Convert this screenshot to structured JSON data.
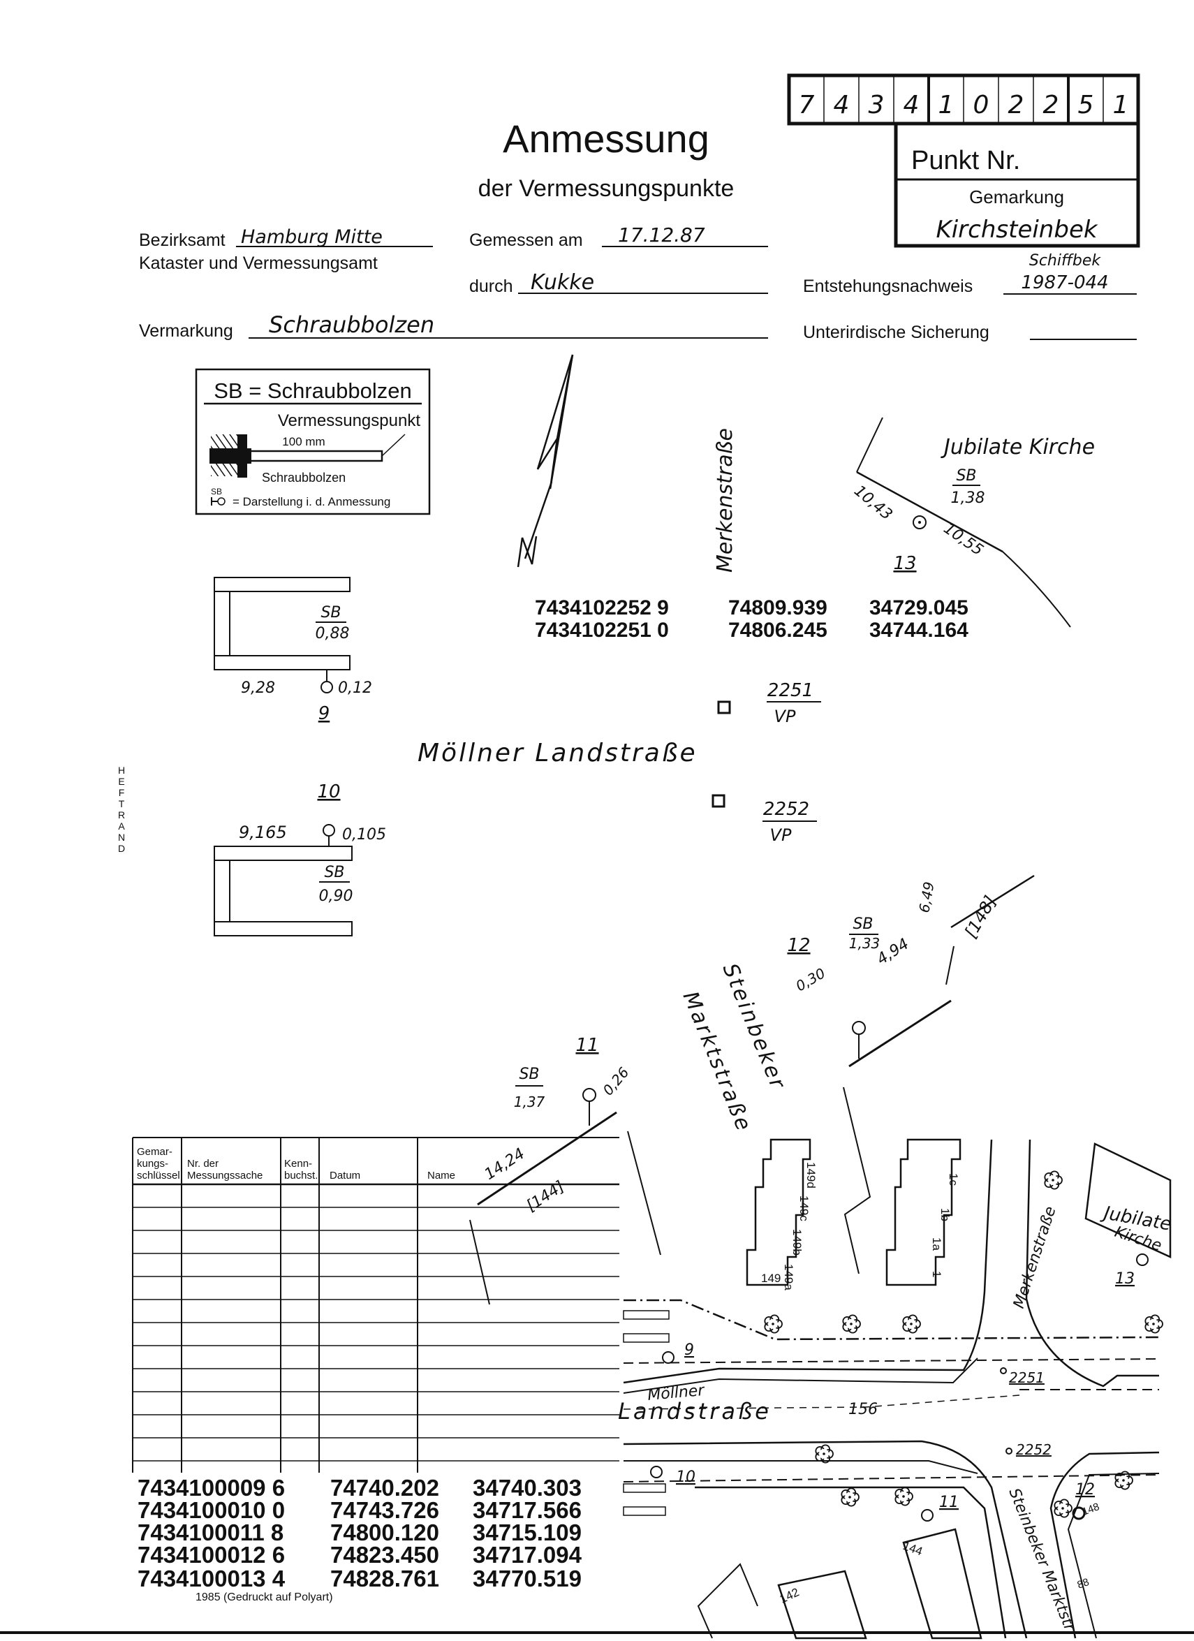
{
  "header": {
    "punkt_digits": [
      "7",
      "4",
      "3",
      "4",
      "1",
      "0",
      "2",
      "2",
      "5",
      "1"
    ],
    "title": "Anmessung",
    "subtitle": "der Vermessungspunkte",
    "punkt_label": "Punkt Nr.",
    "gemarkung_label": "Gemarkung",
    "gemarkung_value": "Kirchsteinbek"
  },
  "form": {
    "bezirksamt_label": "Bezirksamt",
    "bezirksamt_value": "Hamburg Mitte",
    "kataster_label": "Kataster und Vermessungsamt",
    "gemessen_label": "Gemessen am",
    "gemessen_value": "17.12.87",
    "durch_label": "durch",
    "durch_value": "Kukke",
    "entstehung_label": "Entstehungsnachweis",
    "entstehung_note": "Schiffbek",
    "entstehung_value": "1987-044",
    "vermarkung_label": "Vermarkung",
    "vermarkung_value": "Schraubbolzen",
    "sicherung_label": "Unterirdische Sicherung"
  },
  "legend": {
    "title": "SB = Schraubbolzen",
    "point": "Vermessungspunkt",
    "length": "100 mm",
    "bolt": "Schraubbolzen",
    "symbol_abbr": "SB",
    "symbol_text": "= Darstellung i. d. Anmessung"
  },
  "margin_label": [
    "H",
    "E",
    "F",
    "T",
    "R",
    "A",
    "N",
    "D"
  ],
  "sketch": {
    "street_merken": "Merkenstraße",
    "street_moellner": "Möllner Landstraße",
    "street_steinbeker": "Steinbeker",
    "street_markt": "Marktstraße",
    "church": "Jubilate Kirche",
    "p13": {
      "num": "13",
      "sb": "SB",
      "height": "1,38",
      "left": "10,43",
      "right": "10,55"
    },
    "p9": {
      "num": "9",
      "sb": "SB",
      "height": "0,88",
      "left": "9,28",
      "right": "0,12"
    },
    "p10": {
      "num": "10",
      "sb": "SB",
      "height": "0,90",
      "left": "9,165",
      "right": "0,105"
    },
    "p11": {
      "num": "11",
      "sb": "SB",
      "height": "1,37",
      "dist": "14,24",
      "right": "0,26",
      "building": "[144]"
    },
    "p12": {
      "num": "12",
      "sb": "SB",
      "height": "1,33",
      "left": "0,30",
      "dist": "4,94",
      "extra": "6,49",
      "building": "[148]"
    },
    "vp2251": {
      "num": "2251",
      "type": "VP"
    },
    "vp2252": {
      "num": "2252",
      "type": "VP"
    }
  },
  "coordinates_top": [
    {
      "id": "7434102252 9",
      "x": "74809.939",
      "y": "34729.045"
    },
    {
      "id": "7434102251 0",
      "x": "74806.245",
      "y": "34744.164"
    }
  ],
  "table": {
    "headers": [
      [
        "Gemar-",
        "kungs-",
        "schlüssel"
      ],
      [
        "Nr. der",
        "Messungssache"
      ],
      [
        "Kenn-",
        "buchst."
      ],
      [
        "Datum"
      ],
      [
        "Name"
      ]
    ]
  },
  "coordinates_bottom": [
    {
      "id": "7434100009 6",
      "x": "74740.202",
      "y": "34740.303"
    },
    {
      "id": "7434100010 0",
      "x": "74743.726",
      "y": "34717.566"
    },
    {
      "id": "7434100011 8",
      "x": "74800.120",
      "y": "34715.109"
    },
    {
      "id": "7434100012 6",
      "x": "74823.450",
      "y": "34717.094"
    },
    {
      "id": "7434100013 4",
      "x": "74828.761",
      "y": "34770.519"
    }
  ],
  "footer": "1985 (Gedruckt auf Polyart)",
  "map": {
    "buildings": [
      "149",
      "149a",
      "149b",
      "149c",
      "149d",
      "1",
      "1a",
      "1b",
      "1c",
      "144",
      "142",
      "148",
      "88"
    ],
    "church": [
      "Jubilate",
      "Kirche"
    ],
    "points": [
      "9",
      "10",
      "11",
      "12",
      "13"
    ],
    "vp": [
      "2251",
      "2252"
    ],
    "street_moellner": [
      "Möllner",
      "Landstraße"
    ],
    "street_merken": "Merkenstraße",
    "street_steinbeker": "Steinbeker Marktstr.",
    "house_156": "156"
  }
}
